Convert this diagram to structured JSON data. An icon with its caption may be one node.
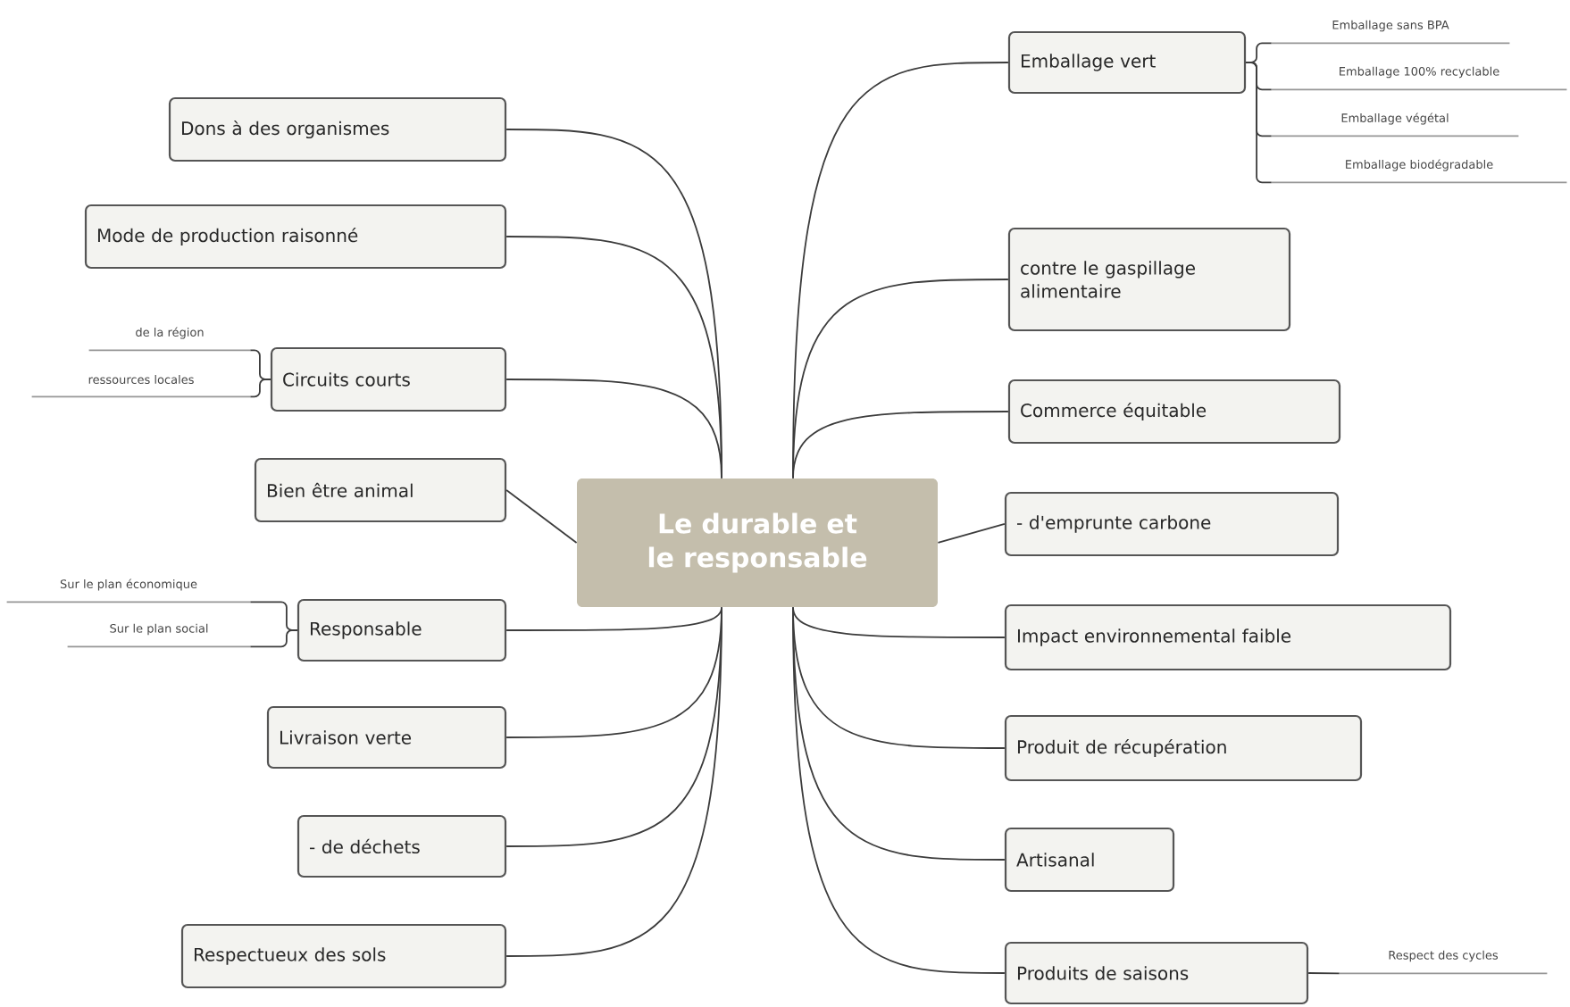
{
  "diagram": {
    "nodes": [
      {
        "text": [
          "Le durable et le responsable"
        ]
      },
      {
        "text": [
          "Dons à des organismes"
        ]
      },
      {
        "text": [
          "Mode de production raisonné"
        ]
      },
      {
        "text": [
          "Circuits courts"
        ]
      },
      {
        "text": [
          "de la région"
        ]
      },
      {
        "text": [
          "ressources locales"
        ]
      },
      {
        "text": [
          "Bien être animal"
        ]
      },
      {
        "text": [
          "Responsable"
        ]
      },
      {
        "text": [
          "Sur le plan économique"
        ]
      },
      {
        "text": [
          "Sur le plan social"
        ]
      },
      {
        "text": [
          "Livraison verte"
        ]
      },
      {
        "text": [
          "- de déchets"
        ]
      },
      {
        "text": [
          "Respectueux des sols"
        ]
      },
      {
        "text": [
          "Emballage vert"
        ]
      },
      {
        "text": [
          "Emballage sans BPA"
        ]
      },
      {
        "text": [
          "Emballage 100% recyclable"
        ]
      },
      {
        "text": [
          "Emballage végétal"
        ]
      },
      {
        "text": [
          "Emballage biodégradable"
        ]
      },
      {
        "text": [
          "contre le gaspillage alimentaire"
        ]
      },
      {
        "text": [
          "Commerce équitable"
        ]
      },
      {
        "text": [
          "- d'emprunte carbone"
        ]
      },
      {
        "text": [
          "Impact environnemental faible"
        ]
      },
      {
        "text": [
          "Produit de récupération"
        ]
      },
      {
        "text": [
          "Artisanal"
        ]
      },
      {
        "text": [
          "Produits de saisons"
        ]
      },
      {
        "text": [
          "Respect des cycles"
        ]
      }
    ],
    "edges": [
      {
        "from": 0,
        "to": 1,
        "arrow": "none"
      },
      {
        "from": 0,
        "to": 2,
        "arrow": "none"
      },
      {
        "from": 0,
        "to": 3,
        "arrow": "none"
      },
      {
        "from": 3,
        "to": 4,
        "arrow": "none"
      },
      {
        "from": 3,
        "to": 5,
        "arrow": "none"
      },
      {
        "from": 0,
        "to": 6,
        "arrow": "none"
      },
      {
        "from": 0,
        "to": 7,
        "arrow": "none"
      },
      {
        "from": 7,
        "to": 8,
        "arrow": "none"
      },
      {
        "from": 7,
        "to": 9,
        "arrow": "none"
      },
      {
        "from": 0,
        "to": 10,
        "arrow": "none"
      },
      {
        "from": 0,
        "to": 11,
        "arrow": "none"
      },
      {
        "from": 0,
        "to": 12,
        "arrow": "none"
      },
      {
        "from": 0,
        "to": 13,
        "arrow": "none"
      },
      {
        "from": 13,
        "to": 14,
        "arrow": "none"
      },
      {
        "from": 13,
        "to": 15,
        "arrow": "none"
      },
      {
        "from": 13,
        "to": 16,
        "arrow": "none"
      },
      {
        "from": 13,
        "to": 17,
        "arrow": "none"
      },
      {
        "from": 0,
        "to": 18,
        "arrow": "none"
      },
      {
        "from": 0,
        "to": 19,
        "arrow": "none"
      },
      {
        "from": 0,
        "to": 20,
        "arrow": "none"
      },
      {
        "from": 0,
        "to": 21,
        "arrow": "none"
      },
      {
        "from": 0,
        "to": 22,
        "arrow": "none"
      },
      {
        "from": 0,
        "to": 23,
        "arrow": "none"
      },
      {
        "from": 0,
        "to": 24,
        "arrow": "none"
      },
      {
        "from": 24,
        "to": 25,
        "arrow": "none"
      }
    ]
  }
}
